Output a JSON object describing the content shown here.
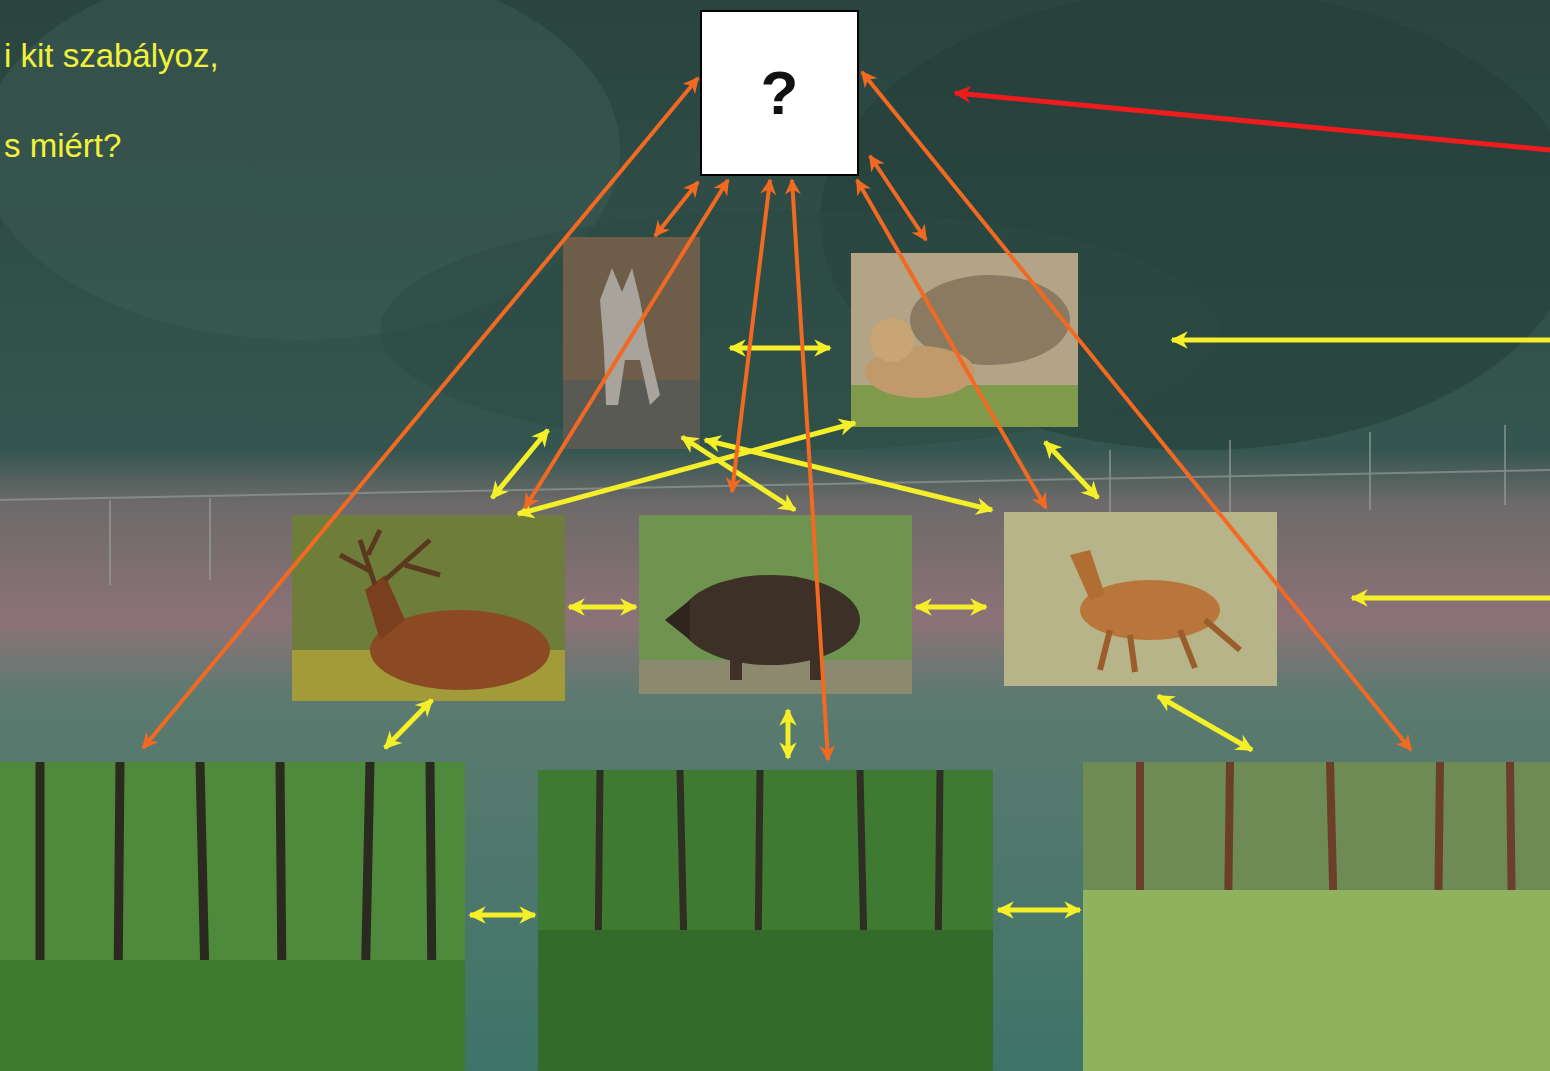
{
  "diagram": {
    "nodes": [
      {
        "text": [
          "?"
        ]
      }
    ],
    "labels": [
      "i kit szabályoz,",
      "s miért?"
    ]
  }
}
